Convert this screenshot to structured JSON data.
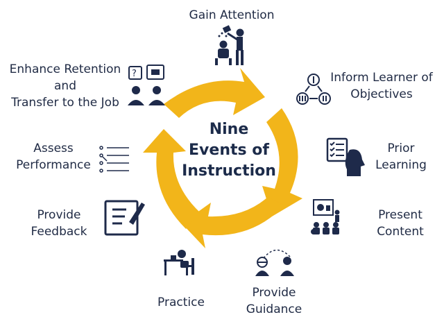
{
  "title_lines": [
    "Nine",
    "Events of",
    "Instruction"
  ],
  "colors": {
    "arrow": "#f2b51a",
    "navy": "#1f2a44",
    "icon": "#1e2a4a"
  },
  "events": [
    {
      "lines": [
        "Gain Attention"
      ],
      "icon": "presenter-pouring-icon"
    },
    {
      "lines": [
        "Inform Learner of",
        "Objectives"
      ],
      "icon": "cycle-numerals-icon"
    },
    {
      "lines": [
        "Prior",
        "Learning"
      ],
      "icon": "head-checklist-icon"
    },
    {
      "lines": [
        "Present",
        "Content"
      ],
      "icon": "presentation-board-icon"
    },
    {
      "lines": [
        "Provide",
        "Guidance"
      ],
      "icon": "guide-learner-icon"
    },
    {
      "lines": [
        "Practice"
      ],
      "icon": "desk-worker-icon"
    },
    {
      "lines": [
        "Provide",
        "Feedback"
      ],
      "icon": "document-pen-icon"
    },
    {
      "lines": [
        "Assess",
        "Performance"
      ],
      "icon": "checklist-icon"
    },
    {
      "lines": [
        "Enhance Retention",
        "and",
        "Transfer to the Job"
      ],
      "icon": "people-talking-icon"
    }
  ]
}
